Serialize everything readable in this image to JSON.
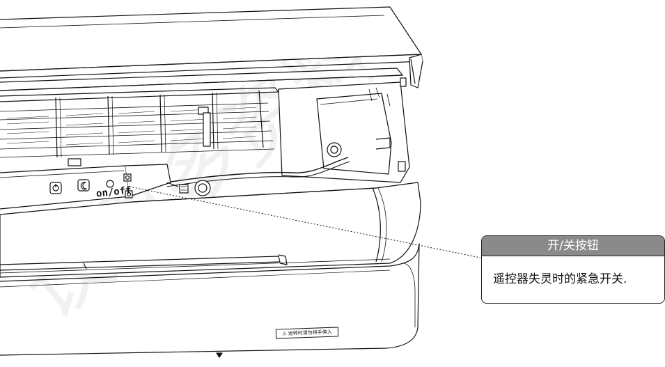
{
  "callout": {
    "title": "开/关按钮",
    "description": "遥控器失灵时的紧急开关."
  },
  "panel": {
    "onoff_label": "on/off"
  },
  "warning_label": {
    "text": "⚠ 运转时请勿将手伸入"
  },
  "watermark": {
    "text": "议更多资料"
  },
  "colors": {
    "line": "#111111",
    "callout_header": "#8a8a8a",
    "watermark": "rgba(0,0,0,0.055)"
  }
}
